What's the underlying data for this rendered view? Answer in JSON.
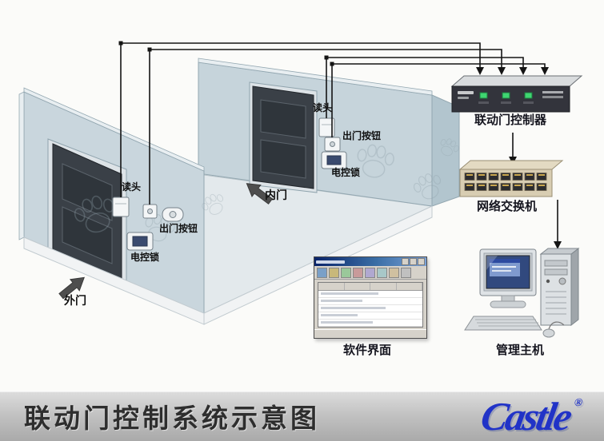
{
  "footer": {
    "title": "联动门控制系统示意图",
    "logo_text": "Castle",
    "registered_mark": "®"
  },
  "labels": {
    "outer_door": "外门",
    "inner_door": "内门",
    "outer_reader": "读头",
    "outer_exit_button": "出门按钮",
    "outer_lock": "电控锁",
    "inner_reader": "读头",
    "inner_exit_button": "出门按钮",
    "inner_lock": "电控锁",
    "controller": "联动门控制器",
    "network_switch": "网络交换机",
    "software_ui": "软件界面",
    "management_host": "管理主机"
  },
  "colors": {
    "wall": "#c9d6dd",
    "floor": "#e3e9ec",
    "door": "#3a4047",
    "wire": "#141414",
    "led_green": "#3fd571",
    "switch_body": "#d8cdb2",
    "screen_blue": "#31497e",
    "logo_blue": "#2133c7",
    "footer_gray": "#c0c0c0"
  }
}
